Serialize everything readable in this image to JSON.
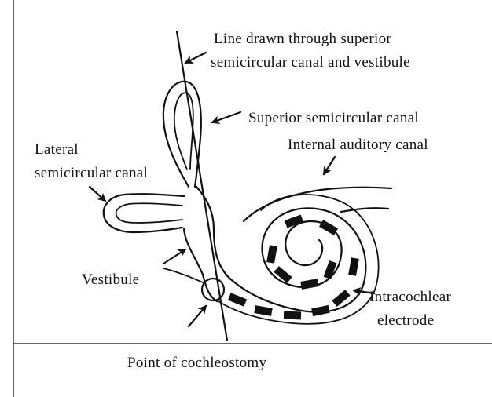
{
  "figure": {
    "labels": {
      "line_drawn_1": "Line drawn through superior",
      "line_drawn_2": "semicircular canal and vestibule",
      "superior_canal": "Superior semicircular canal",
      "lateral_1": "Lateral",
      "lateral_2": "semicircular canal",
      "internal_auditory": "Internal auditory canal",
      "vestibule": "Vestibule",
      "intracochlear_1": "Intracochlear",
      "intracochlear_2": "electrode",
      "cochleostomy": "Point of cochleostomy"
    },
    "icons": {
      "arrowhead": "arrowhead-icon",
      "electrode_contact": "electrode-contact-icon"
    },
    "colors": {
      "ink": "#111111",
      "background": "#ffffff",
      "frame": "#333333"
    }
  }
}
